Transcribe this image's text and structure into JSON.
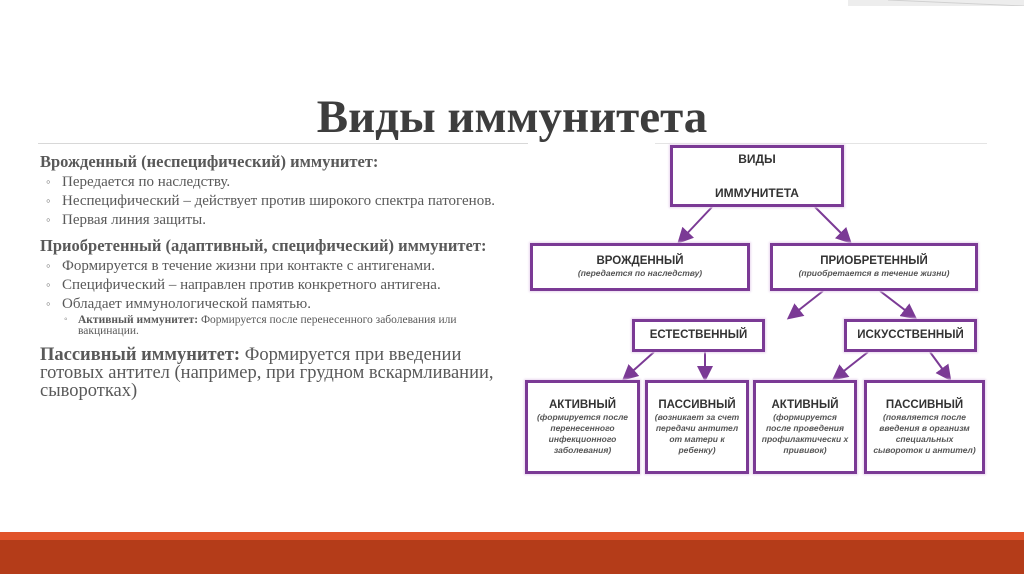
{
  "slide": {
    "title": "Виды иммунитета",
    "innate_heading": "Врожденный (неспецифический) иммунитет:",
    "innate_bullets": [
      "Передается по наследству.",
      "Неспецифический – действует против широкого спектра патогенов.",
      "Первая линия защиты."
    ],
    "acquired_heading": "Приобретенный (адаптивный, специфический) иммунитет:",
    "acquired_bullets": [
      "Формируется в течение жизни при контакте с антигенами.",
      "Специфический – направлен против конкретного антигена.",
      "Обладает иммунологической памятью."
    ],
    "active_sub": {
      "label": "Активный иммунитет:",
      "text": "Формируется после перенесенного заболевания или вакцинации."
    },
    "passive": {
      "label": "Пассивный иммунитет:",
      "text": "Формируется при введении готовых антител (например, при грудном вскармливании, сыворотках)"
    }
  },
  "diagram": {
    "root": {
      "line1": "ВИДЫ",
      "line2": "ИММУНИТЕТА"
    },
    "innate": {
      "title": "ВРОЖДЕННЫЙ",
      "sub": "(передается по наследству)"
    },
    "acquired": {
      "title": "ПРИОБРЕТЕННЫЙ",
      "sub": "(приобретается в течение жизни)"
    },
    "natural": {
      "title": "ЕСТЕСТВЕННЫЙ"
    },
    "artificial": {
      "title": "ИСКУССТВЕННЫЙ"
    },
    "natural_active": {
      "title": "АКТИВНЫЙ",
      "sub": "(формируется после перенесенного инфекционного заболевания)"
    },
    "natural_passive": {
      "title": "ПАССИВНЫЙ",
      "sub": "(возникает за счет передачи антител от матери к ребенку)"
    },
    "artificial_active": {
      "title": "АКТИВНЫЙ",
      "sub": "(формируется после проведения профилактически х прививок)"
    },
    "artificial_passive": {
      "title": "ПАССИВНЫЙ",
      "sub": "(появляется после введения в организм специальных сывороток и антител)"
    }
  },
  "colors": {
    "box_border": "#7b3a95",
    "arrow": "#7b3a95",
    "bottom_band": "#b43c19",
    "bottom_stripe": "#e0532a"
  }
}
